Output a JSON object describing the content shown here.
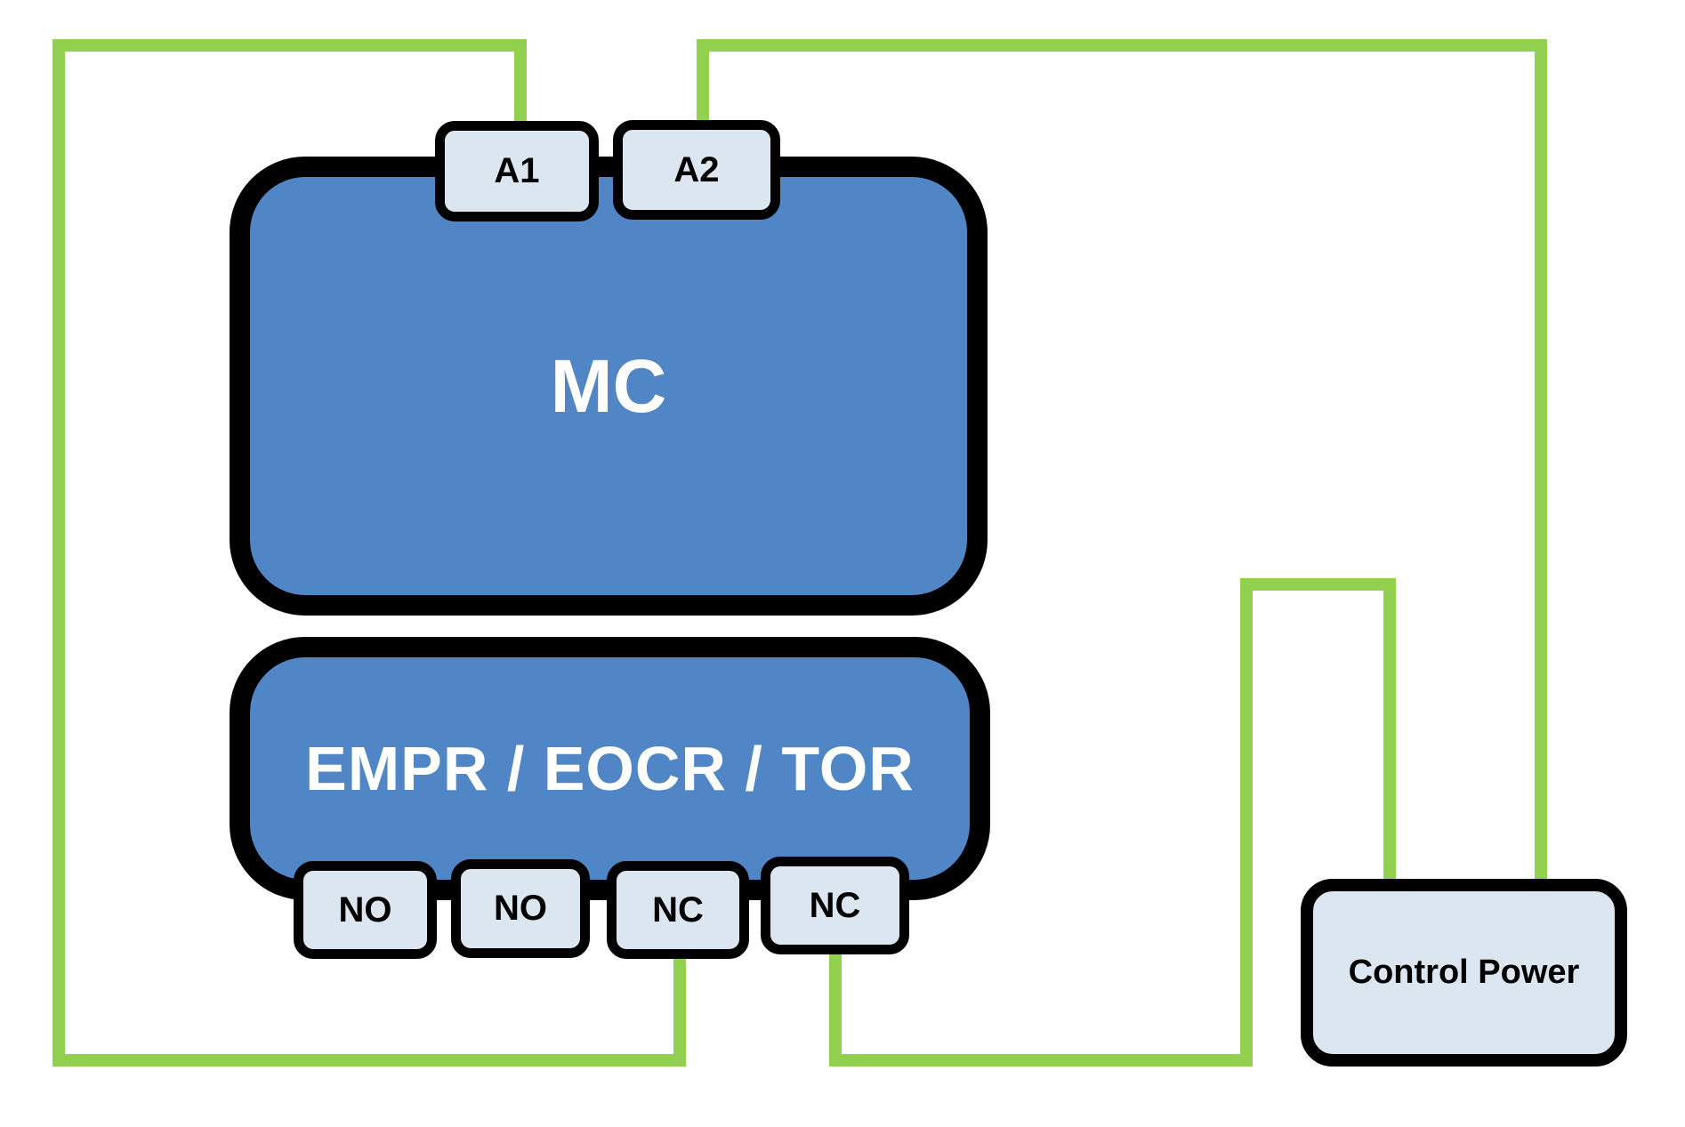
{
  "colors": {
    "wire": "#92D050",
    "block-fill": "#5086C6",
    "block-border": "#000000",
    "block-label": "#FFFFFF",
    "terminal-fill": "#DCE6F1",
    "terminal-border": "#000000",
    "terminal-label": "#000000",
    "background": "#FFFFFF"
  },
  "blocks": {
    "contactor": {
      "label": "MC"
    },
    "overload_relay": {
      "label": "EMPR / EOCR / TOR"
    },
    "control_power": {
      "label": "Control Power"
    }
  },
  "terminals": {
    "coil": [
      {
        "label": "A1"
      },
      {
        "label": "A2"
      }
    ],
    "contacts": [
      {
        "label": "NO"
      },
      {
        "label": "NO"
      },
      {
        "label": "NC"
      },
      {
        "label": "NC"
      }
    ]
  }
}
